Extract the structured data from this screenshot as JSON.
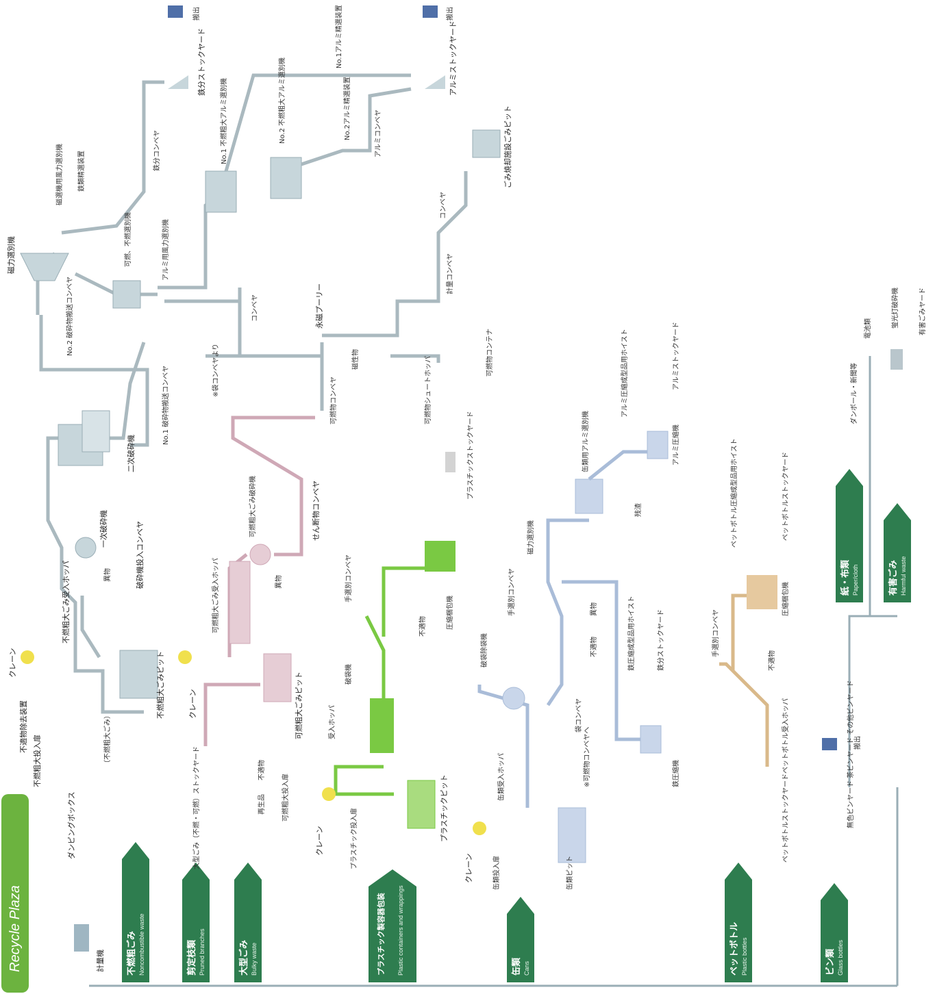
{
  "title": "Recycle Plaza",
  "colors": {
    "banner": "#6cb33f",
    "stream_arrow": "#2e7d4f",
    "gray_line": "#aab9bf",
    "pink_line": "#cfa8b6",
    "green_line": "#7ac943",
    "blue_line": "#a9bcd8",
    "tan_line": "#d9b98a"
  },
  "streams": [
    {
      "jp": "不燃粗ごみ",
      "en": "Noncombustible waste"
    },
    {
      "jp": "剪定枝類",
      "en": "Pruned branches"
    },
    {
      "jp": "大型ごみ",
      "en": "Bulky waste"
    },
    {
      "jp": "プラスチック製容器包装",
      "en": "Plastic containers and wrappings"
    },
    {
      "jp": "缶類",
      "en": "Cans"
    },
    {
      "jp": "ペットボトル",
      "en": "Plastic bottles"
    },
    {
      "jp": "ビン類",
      "en": "Glass bottles"
    },
    {
      "jp": "紙・布類",
      "en": "Paper/cloth"
    },
    {
      "jp": "有害ごみ",
      "en": "Harmful waste"
    }
  ],
  "labels": {
    "weighing": "計量機",
    "dumping_box": "ダンピングボックス",
    "noncomb_gate": "不燃粗大投入扉",
    "foreign_removal": "不適物除去装置",
    "crane1": "クレーン",
    "noncomb_pit": "不燃粗大ごみピット",
    "noncomb_hopper": "不燃粗大ごみ受入ホッパ",
    "conveyor_kana": "コンベヤ",
    "primary_crusher": "一次破砕機",
    "foreign1": "異物",
    "crusher_feed_conv": "破砕機投入コンベヤ",
    "secondary_crusher": "二次破砕機",
    "no1_crushed_conv": "No.1 破砕物搬送コンベヤ",
    "no2_crushed_conv": "No.2 破砕物搬送コンベヤ",
    "magnetic_sep": "磁力選別機",
    "mag_wind_sep": "磁選機用風力選別機",
    "iron_refiner": "鉄類精選装置",
    "comb_noncomb_sep": "可燃、不燃選別機",
    "al_wind_sep": "アルミ用風力選別機",
    "iron_conv": "鉄分コンベヤ",
    "iron_yard": "鉄分ストックヤード",
    "carry_out": "搬出",
    "no1_al_sep": "No.1 不燃粗大アルミ選別機",
    "no2_al_sep": "No.2 不燃粗大アルミ選別機",
    "no1_al_refiner": "No.1アルミ精選装置",
    "no2_al_refiner": "No.2アルミ精選装置",
    "al_conv": "アルミコンベヤ",
    "al_yard": "アルミストックヤード",
    "incin_pit": "ごみ焼却施設ごみピット",
    "conveyor2": "コンベヤ",
    "weigh_conv": "計量コンベヤ",
    "magnet_pulley": "永磁プーリー",
    "magnetic_material": "磁性物",
    "comb_conv": "可燃物コンベヤ",
    "from_bag_conv": "※袋コンベヤより",
    "comb_chute": "可燃物シュートホッパ",
    "comb_container": "可燃物コンテナ",
    "bulky_stock": "大型ごみ（不燃・可燃）ストックヤード",
    "noncomb_bulky": "（不燃粗大ごみ）",
    "reuse": "再生品",
    "unsuitable": "不適物",
    "comb_gate": "可燃粗大投入扉",
    "crane2": "クレーン",
    "comb_pit": "可燃粗大ごみピット",
    "comb_hopper": "可燃粗大ごみ受入ホッパ",
    "comb_crusher": "可燃粗大ごみ破砕機",
    "foreign2": "異物",
    "shear_conv": "せん断物コンベヤ",
    "crane3": "クレーン",
    "plastic_gate": "プラスチック投入扉",
    "plastic_pit": "プラスチックピット",
    "receive_hopper": "受入ホッパ",
    "bag_breaker": "破袋機",
    "hand_sort_conv": "手選別コンベヤ",
    "unsuitable2": "不適物",
    "compress_pack": "圧縮梱包機",
    "plastic_yard": "プラスチックストックヤード",
    "crane4": "クレーン",
    "can_gate": "缶類投入扉",
    "can_pit": "缶類ピット",
    "can_hopper": "缶類受入ホッパ",
    "bag_breaker2": "破袋除袋機",
    "bag_conv": "袋コンベヤ",
    "to_comb_conv": "※可燃物コンベヤへ",
    "hand_sort_conv2": "手選別コンベヤ",
    "mag_sep2": "磁力選別機",
    "foreign3": "異物",
    "unsuitable3": "不適物",
    "can_al_sep": "缶類用アルミ選別機",
    "residue": "残渣",
    "al_press": "アルミ圧縮機",
    "al_hoist": "アルミ圧縮成型品用ホイスト",
    "al_yard2": "アルミストックヤード",
    "iron_hoist": "鉄圧縮成型品用ホイスト",
    "iron_yard2": "鉄分ストックヤード",
    "iron_press": "鉄圧縮機",
    "pet_yard": "ペットボトルストックヤード",
    "pet_hopper": "ペットボトル受入ホッパ",
    "pet_hand_conv": "手選別コンベヤ",
    "unsuitable4": "不適物",
    "pet_press": "圧縮梱包機",
    "pet_hoist": "ペットボトル圧縮成型品用ホイスト",
    "pet_yard2": "ペットボトルストックヤード",
    "glass_yard": "無色ビンヤード 茶ビンヤード その他ビンヤード",
    "carry_out2": "搬出",
    "cardboard": "ダンボール・新聞等",
    "battery": "電池類",
    "lamp_crusher": "蛍光灯破砕機",
    "harmful_yard": "有害ごみヤード"
  }
}
